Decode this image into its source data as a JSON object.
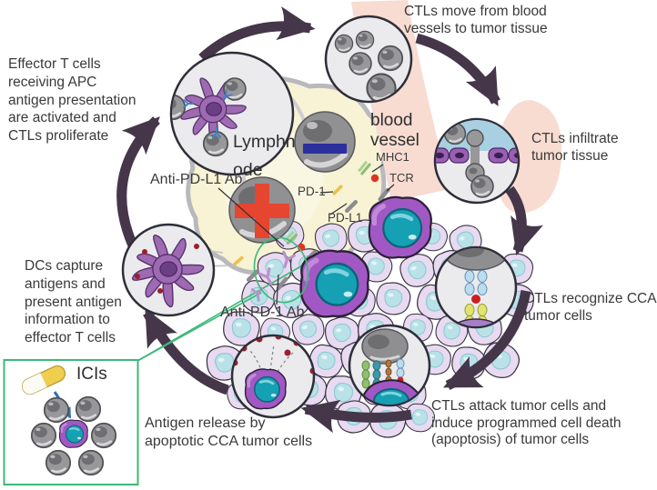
{
  "figure": {
    "type": "cancer-immunity-cycle-diagram",
    "steps": [
      {
        "id": "move",
        "label": "CTLs move from blood\nvessels to tumor tissue"
      },
      {
        "id": "infiltrate",
        "label": "CTLs infiltrate\ntumor tissue"
      },
      {
        "id": "recognize",
        "label": "CTLs recognize CCA\ntumor cells"
      },
      {
        "id": "attack",
        "label": "CTLs attack tumor cells and\ninduce programmed cell death\n(apoptosis) of tumor cells"
      },
      {
        "id": "release",
        "label": "Antigen release by\napoptotic CCA tumor cells"
      },
      {
        "id": "dc_capture",
        "label": "DCs capture\nantigens and\npresent antigen\ninformation to\neffector T cells"
      },
      {
        "id": "effector",
        "label": "Effector T cells\nreceiving APC\nantigen presentation\nare activated and\nCTLs proliferate"
      }
    ],
    "anatomy": {
      "lymph_node": "Lymphn\node",
      "blood_vessel": "blood\nvessel"
    },
    "molecules": {
      "mhc1": "MHC1",
      "tcr": "TCR",
      "pd1": "PD-1",
      "pdl1": "PD-L1",
      "anti_pdl1": "Anti-PD-L1 Ab",
      "anti_pd1": "Anti-PD-1 Ab"
    },
    "legend": {
      "icis": "ICIs"
    },
    "colors": {
      "cycle_arrow": "#453649",
      "highlight_green": "#3cb878",
      "tumor_purple": "#a158c4",
      "nucleus_teal": "#16a0b4",
      "ctl_gray": "#98989a",
      "block_blue": "#2c2f9e",
      "activate_red": "#e64530",
      "antigen_red": "#9c1f2c",
      "vessel_pink": "#f8dcd2",
      "lymph_yellow": "#f7f3d4"
    }
  }
}
